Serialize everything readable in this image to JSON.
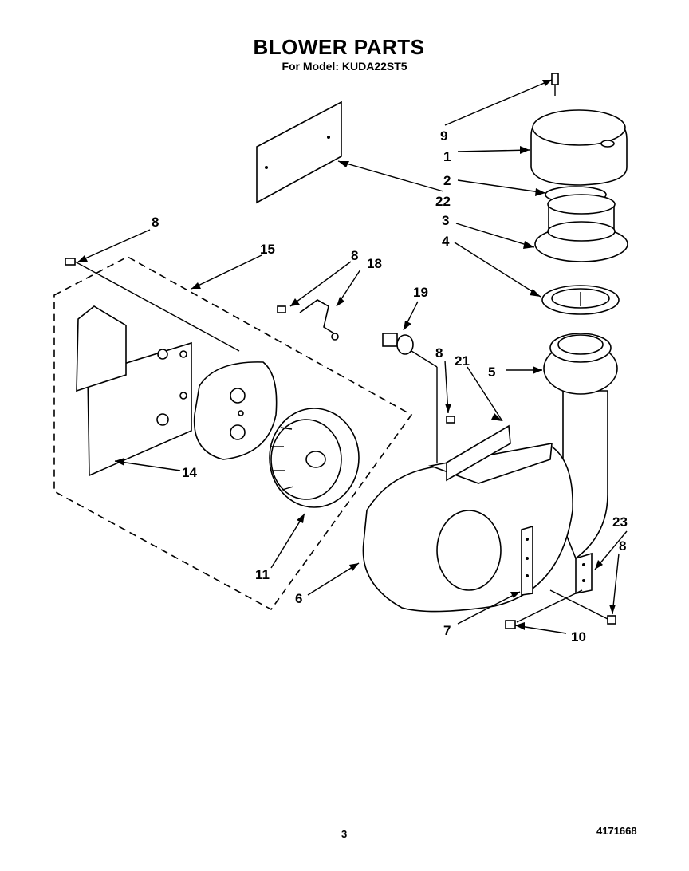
{
  "header": {
    "title": "BLOWER PARTS",
    "subtitle": "For Model: KUDA22ST5"
  },
  "callouts": {
    "c9": "9",
    "c1": "1",
    "c2": "2",
    "c22": "22",
    "c3": "3",
    "c4": "4",
    "c8a": "8",
    "c15": "15",
    "c8b": "8",
    "c18": "18",
    "c19": "19",
    "c8c": "8",
    "c21": "21",
    "c5": "5",
    "c14": "14",
    "c11": "11",
    "c6": "6",
    "c23": "23",
    "c8d": "8",
    "c7": "7",
    "c10": "10"
  },
  "footer": {
    "page_number": "3",
    "document_number": "4171668"
  }
}
